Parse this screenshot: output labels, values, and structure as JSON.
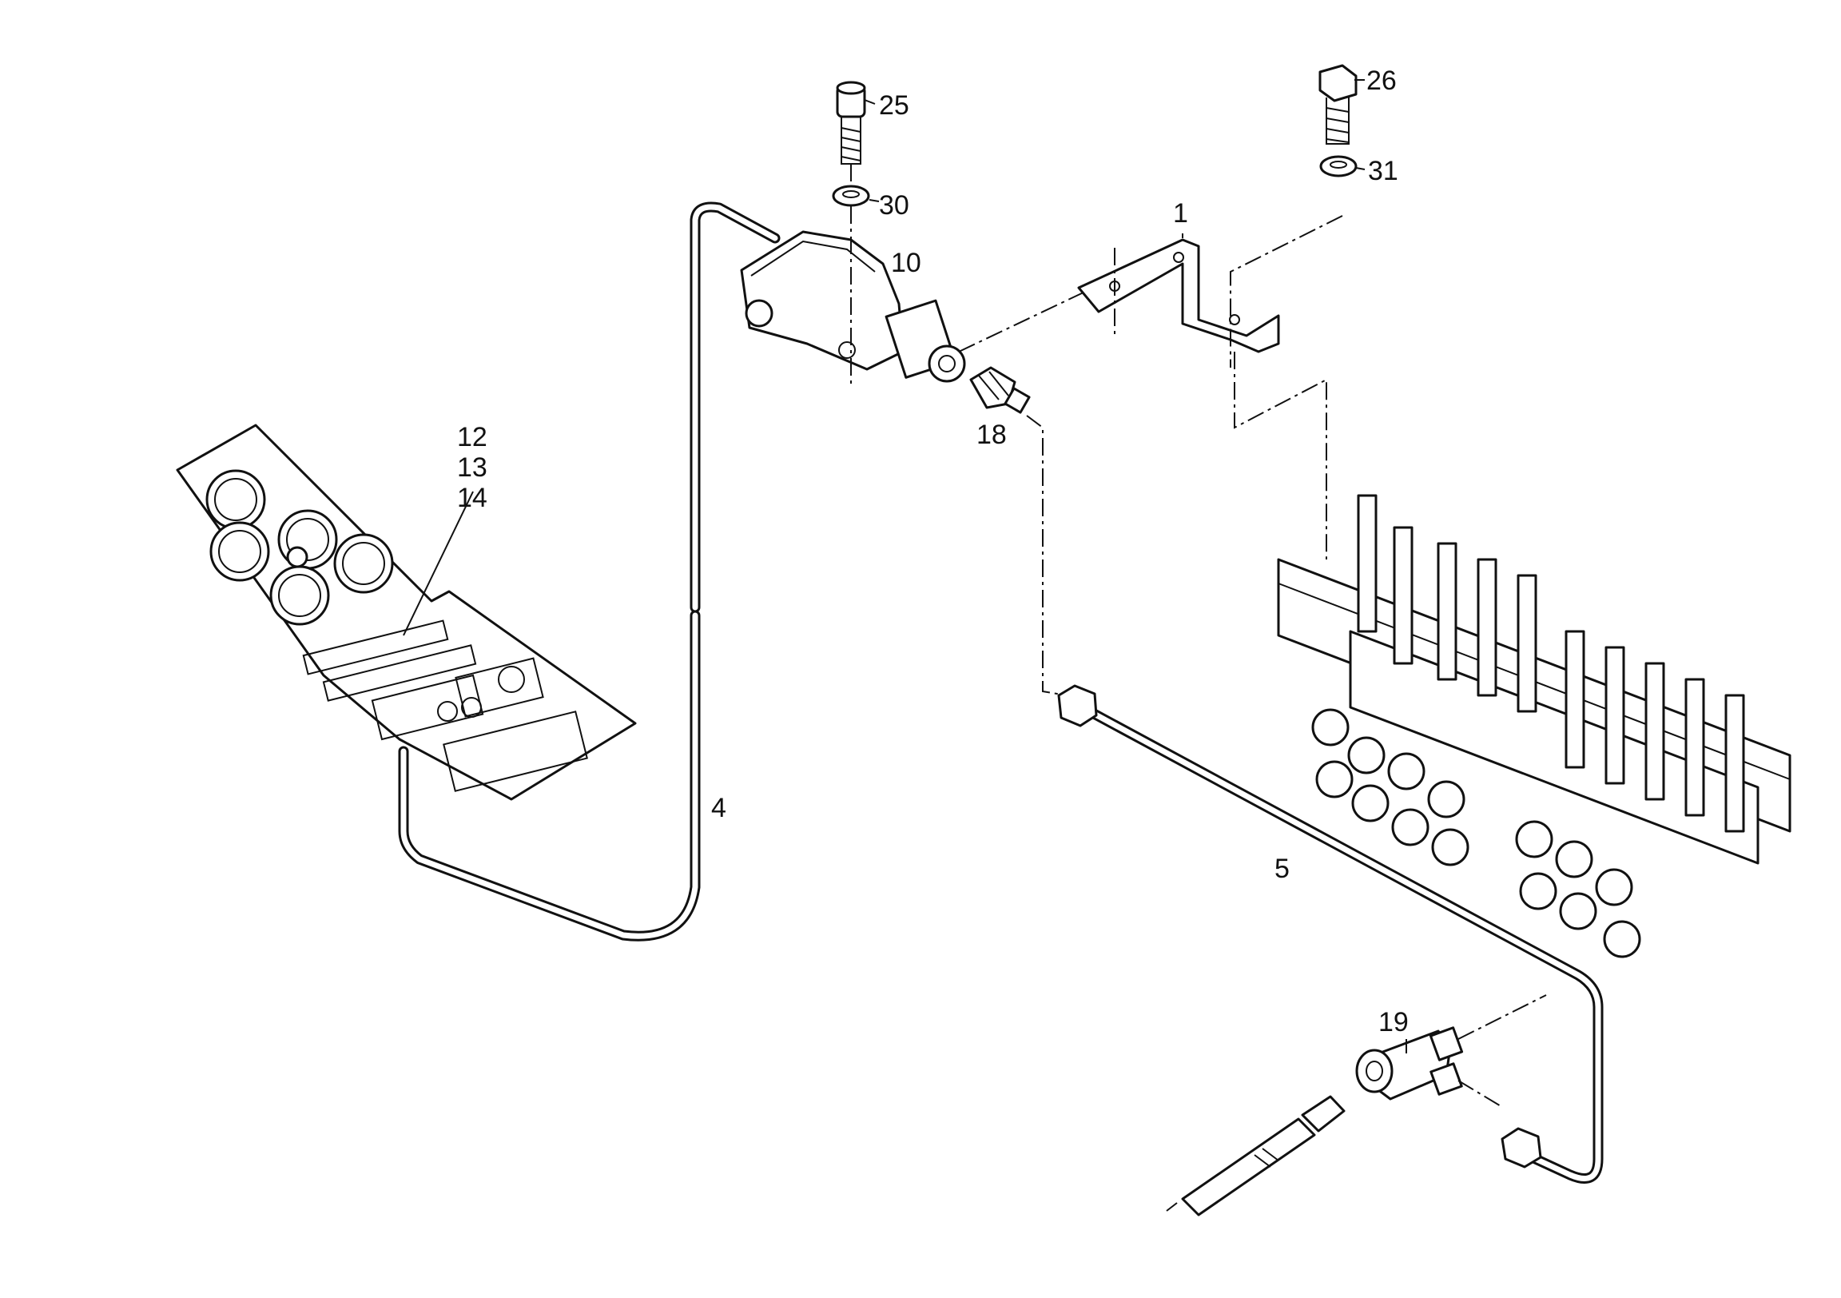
{
  "callouts": {
    "p1": "1",
    "p4": "4",
    "p5": "5",
    "p10": "10",
    "p12": "12",
    "p13": "13",
    "p14": "14",
    "p18": "18",
    "p19": "19",
    "p25": "25",
    "p26": "26",
    "p30": "30",
    "p31": "31"
  }
}
